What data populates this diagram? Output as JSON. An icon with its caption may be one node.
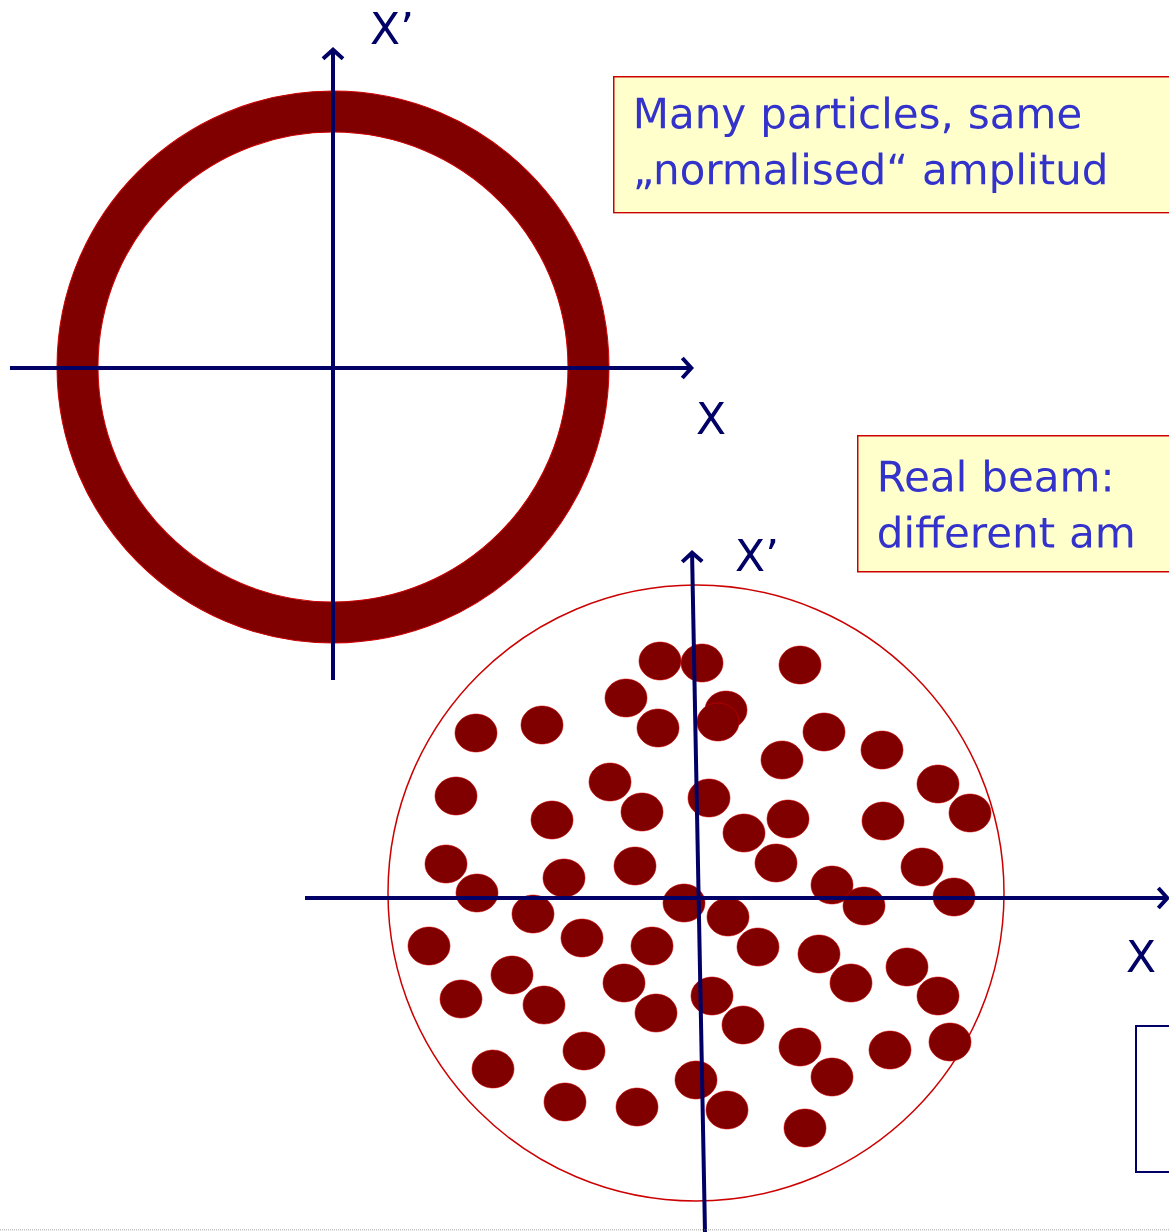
{
  "diagram": {
    "nodes": [
      {
        "text": [
          "Many particles, same „normalised“ amplitud"
        ]
      },
      {
        "text": [
          "Real beam: different am"
        ]
      },
      {
        "text": [],
        "shape": "box"
      }
    ],
    "labels": [
      "X’",
      "X",
      "X’",
      "X"
    ]
  }
}
